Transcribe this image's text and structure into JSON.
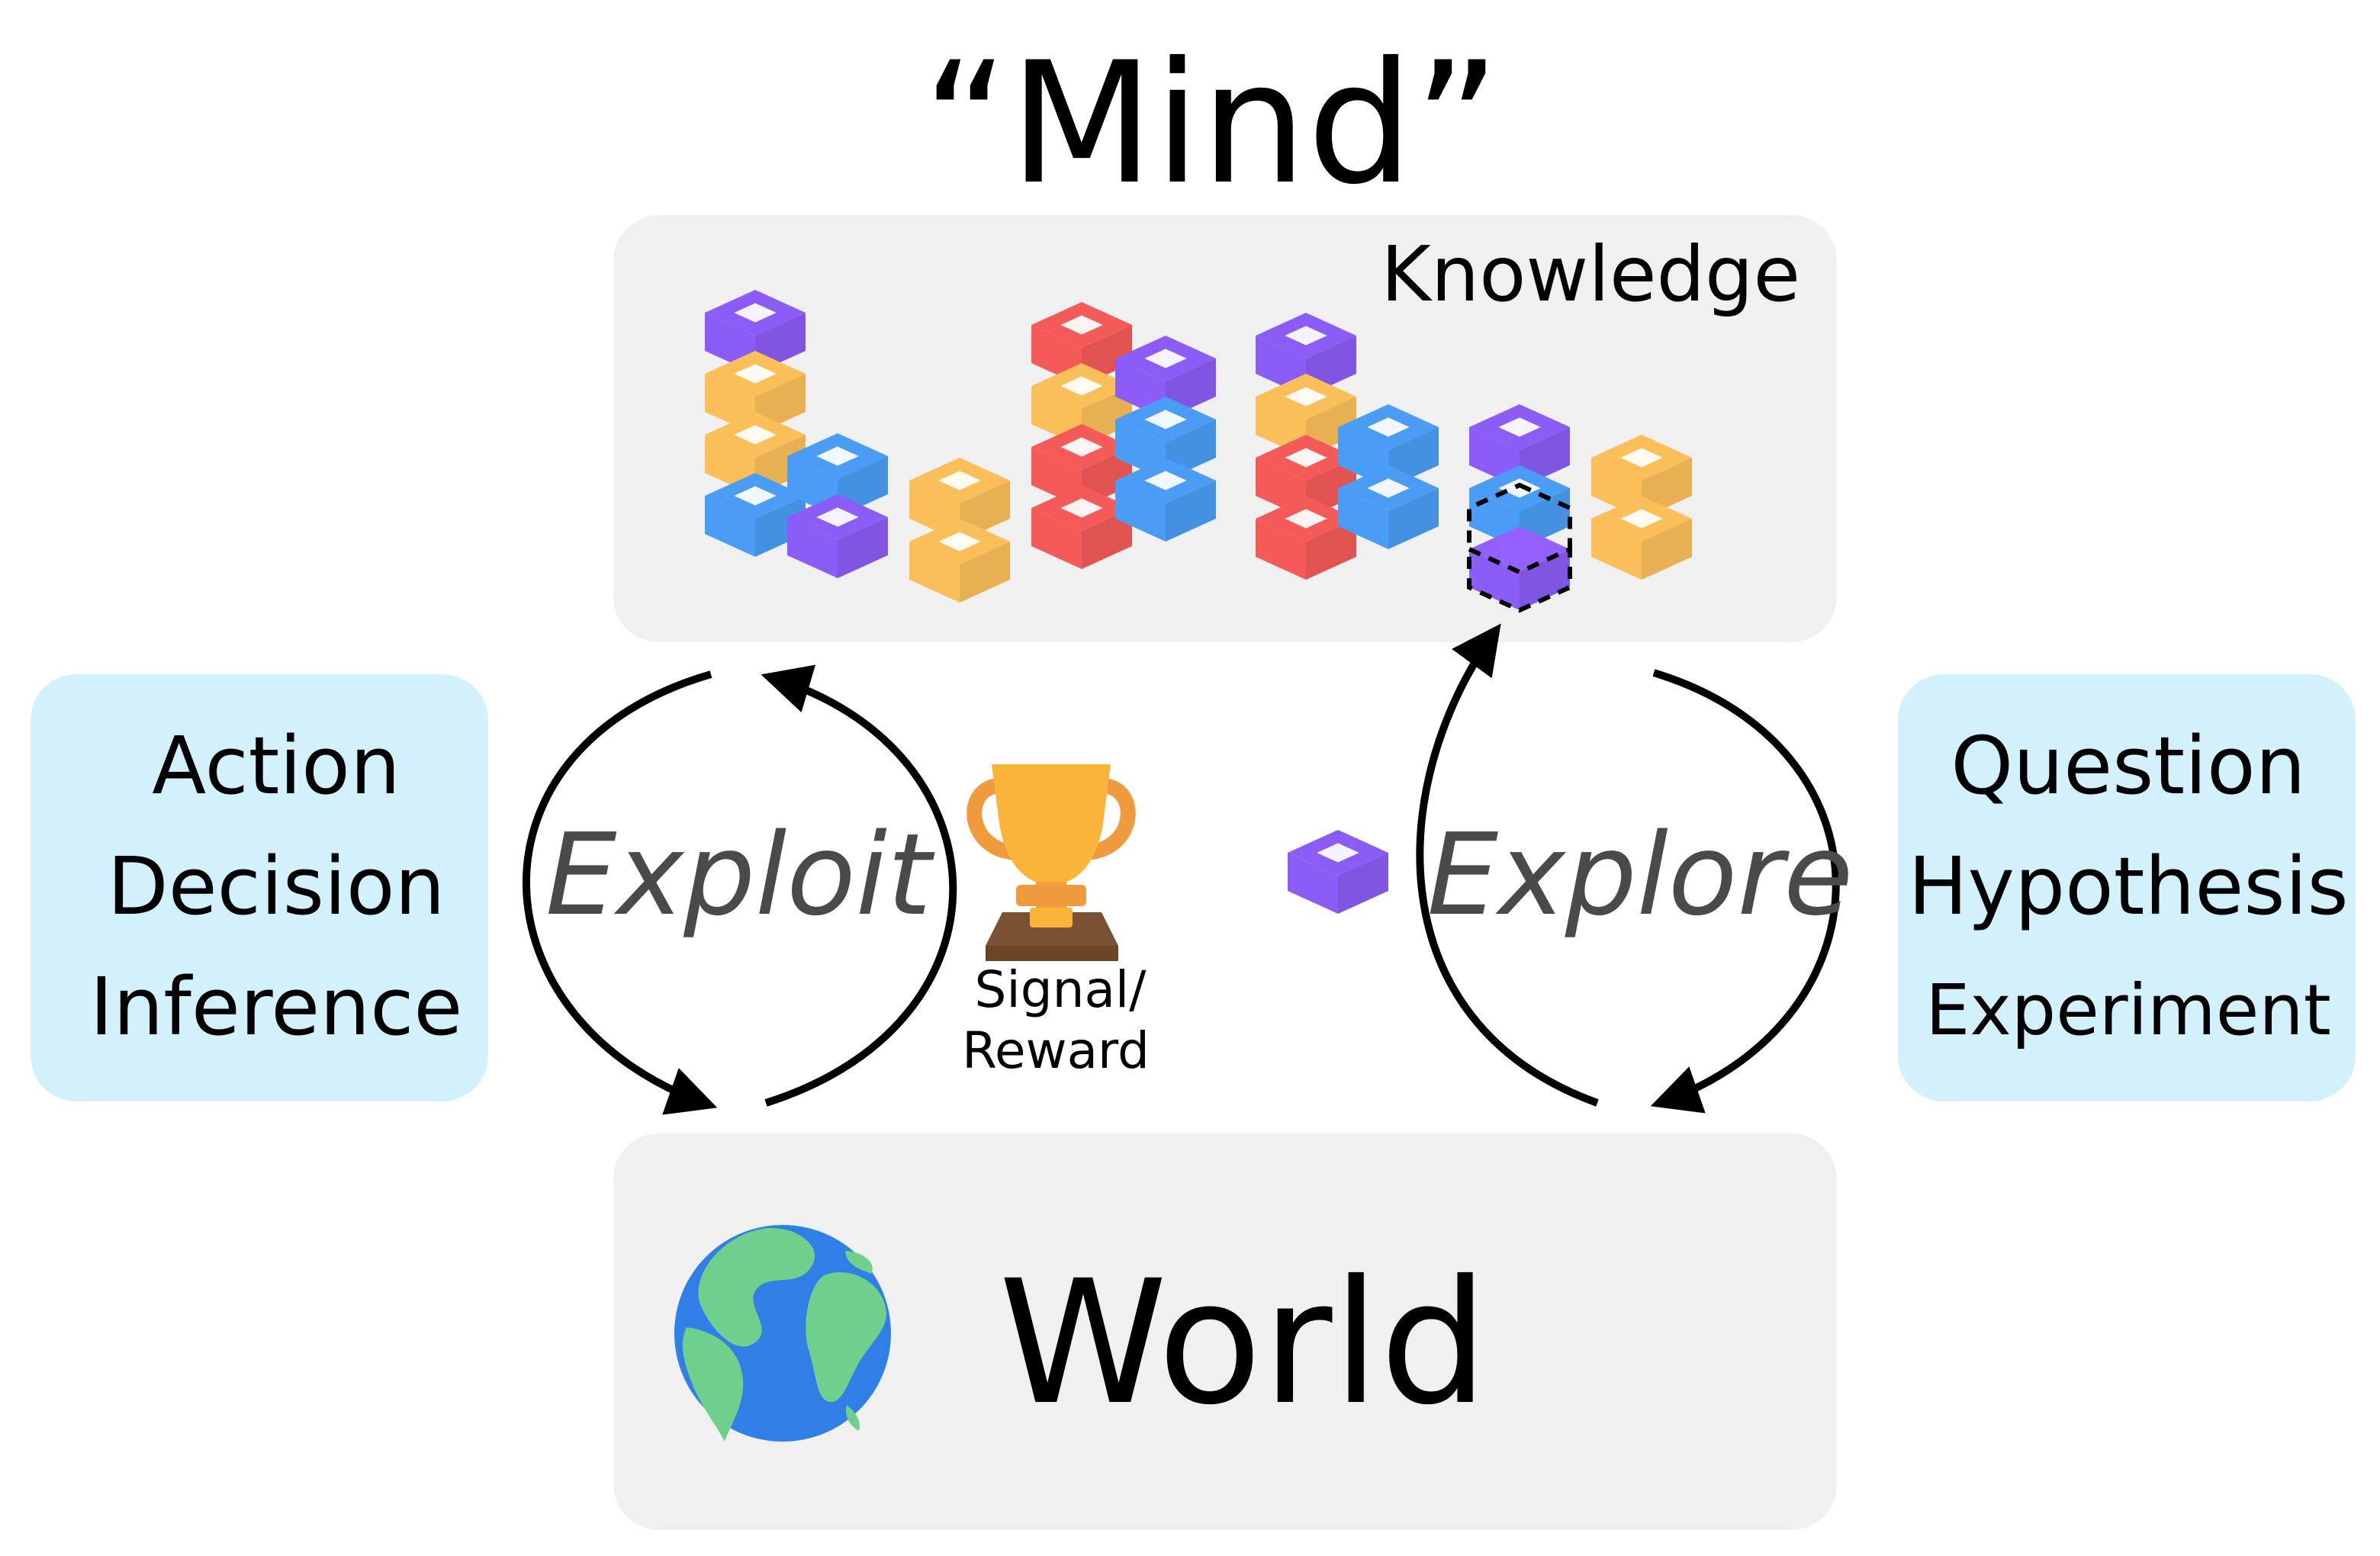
{
  "title": "“Mind”",
  "knowledge": {
    "label": "Knowledge"
  },
  "world": {
    "label": "World"
  },
  "exploit": {
    "label": "Exploit",
    "items": [
      "Action",
      "Decision",
      "Inference"
    ]
  },
  "explore": {
    "label": "Explore",
    "items": [
      "Question",
      "Hypothesis",
      "Experiment"
    ]
  },
  "signal": {
    "line1": "Signal/",
    "line2": "Reward"
  },
  "colors": {
    "panel_gray": "#f0f0f0",
    "panel_blue": "#d3f1fc",
    "purple": "#8b5cf6",
    "orange": "#fbbf5a",
    "blue": "#4a9cf5",
    "red": "#f45a57",
    "italic_text": "#4a4a4a",
    "earth_ocean": "#2f7fe6",
    "earth_land": "#6fcf8c",
    "trophy_gold": "#fbb43a",
    "trophy_base": "#7a5233"
  },
  "icons": [
    "globe-icon",
    "trophy-icon",
    "cube-icon"
  ],
  "stacks": [
    [
      "blue",
      "orange",
      "orange",
      "purple"
    ],
    [
      "purple",
      "blue"
    ],
    [
      "orange",
      "orange"
    ],
    [
      "red",
      "red",
      "orange",
      "red"
    ],
    [
      "blue",
      "blue",
      "purple"
    ],
    [
      "red",
      "red",
      "orange",
      "purple"
    ],
    [
      "blue",
      "blue"
    ],
    [
      "purple-new",
      "blue",
      "purple"
    ],
    [
      "orange",
      "orange"
    ]
  ]
}
